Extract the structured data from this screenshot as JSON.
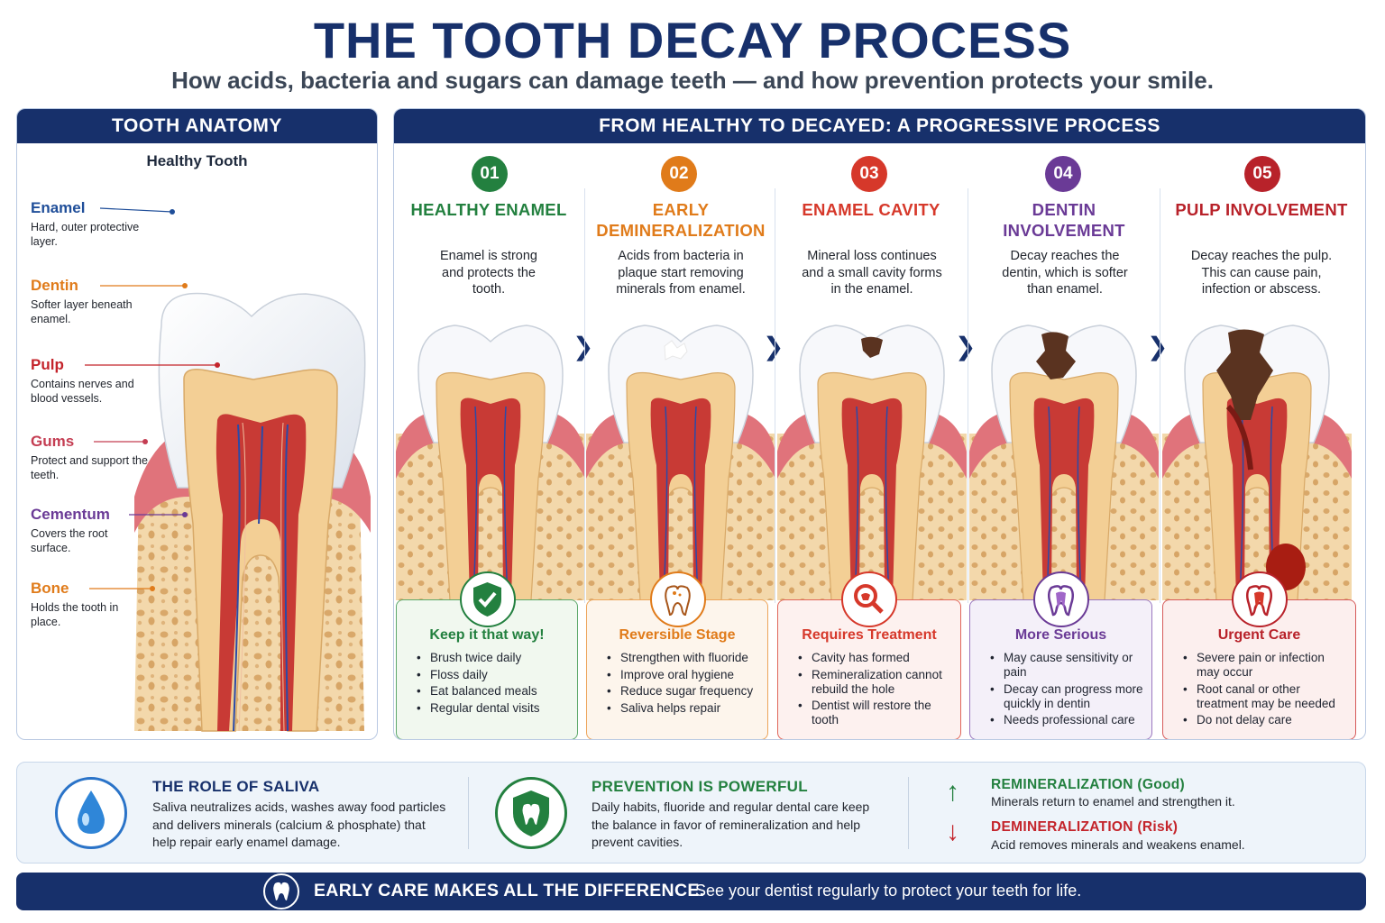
{
  "header": {
    "title": "THE TOOTH DECAY PROCESS",
    "subtitle": "How acids, bacteria and sugars can damage teeth — and how prevention protects your smile."
  },
  "anatomy": {
    "heading": "TOOTH ANATOMY",
    "tooth_label": "Healthy Tooth",
    "parts": [
      {
        "name": "Enamel",
        "desc": "Hard, outer protective layer.",
        "color": "#1f4e99"
      },
      {
        "name": "Dentin",
        "desc": "Softer layer beneath enamel.",
        "color": "#e07b1a"
      },
      {
        "name": "Pulp",
        "desc": "Contains nerves and blood vessels.",
        "color": "#c4242b"
      },
      {
        "name": "Gums",
        "desc": "Protect and support the teeth.",
        "color": "#c43d52"
      },
      {
        "name": "Cementum",
        "desc": "Covers the root surface.",
        "color": "#6a3a96"
      },
      {
        "name": "Bone",
        "desc": "Holds the tooth in place.",
        "color": "#e07b1a"
      }
    ]
  },
  "process": {
    "heading": "FROM HEALTHY TO DECAYED: A PROGRESSIVE PROCESS",
    "stages": [
      {
        "num": "01",
        "title": "HEALTHY ENAMEL",
        "desc": "Enamel is strong and protects the tooth.",
        "color": "#23803f",
        "card_title": "Keep it that way!",
        "icon": "shield-check-icon",
        "bullets": [
          "Brush twice daily",
          "Floss daily",
          "Eat balanced meals",
          "Regular dental visits"
        ]
      },
      {
        "num": "02",
        "title": "EARLY DEMINERALIZATION",
        "desc": "Acids from bacteria in plaque start removing minerals from enamel.",
        "color": "#e07b1a",
        "card_title": "Reversible Stage",
        "icon": "tooth-spots-icon",
        "bullets": [
          "Strengthen with fluoride",
          "Improve oral hygiene",
          "Reduce sugar frequency",
          "Saliva helps repair"
        ]
      },
      {
        "num": "03",
        "title": "ENAMEL CAVITY",
        "desc": "Mineral loss continues and a small cavity forms in the enamel.",
        "color": "#d6382a",
        "card_title": "Requires Treatment",
        "icon": "magnifier-tooth-icon",
        "bullets": [
          "Cavity has formed",
          "Remineralization cannot rebuild the hole",
          "Dentist will restore the tooth"
        ]
      },
      {
        "num": "04",
        "title": "DENTIN INVOLVEMENT",
        "desc": "Decay reaches the dentin, which is softer than enamel.",
        "color": "#6a3a96",
        "card_title": "More Serious",
        "icon": "tooth-cross-section-icon",
        "bullets": [
          "May cause sensitivity or pain",
          "Decay can progress more quickly in dentin",
          "Needs professional care"
        ]
      },
      {
        "num": "05",
        "title": "PULP INVOLVEMENT",
        "desc": "Decay reaches the pulp. This can cause pain, infection or abscess.",
        "color": "#b8222a",
        "card_title": "Urgent Care",
        "icon": "infected-tooth-icon",
        "bullets": [
          "Severe pain or infection may occur",
          "Root canal or other treatment may be needed",
          "Do not delay care"
        ]
      }
    ]
  },
  "info": {
    "saliva": {
      "title": "THE ROLE OF SALIVA",
      "text": "Saliva neutralizes acids, washes away food particles and delivers minerals (calcium & phosphate) that help repair early enamel damage.",
      "icon": "water-drop-icon"
    },
    "prevention": {
      "title": "PREVENTION IS POWERFUL",
      "text": "Daily habits, fluoride and regular dental care keep the balance in favor of remineralization and help prevent cavities.",
      "icon": "shield-tooth-icon"
    },
    "remin": {
      "title": "REMINERALIZATION (Good)",
      "text": "Minerals return to enamel and strengthen it.",
      "icon": "arrow-up-icon"
    },
    "demin": {
      "title": "DEMINERALIZATION (Risk)",
      "text": "Acid removes minerals and weakens enamel.",
      "icon": "arrow-down-icon"
    }
  },
  "footer": {
    "strong": "EARLY CARE MAKES ALL THE DIFFERENCE.",
    "rest": "See your dentist regularly to protect your teeth for life.",
    "icon": "tooth-icon"
  }
}
